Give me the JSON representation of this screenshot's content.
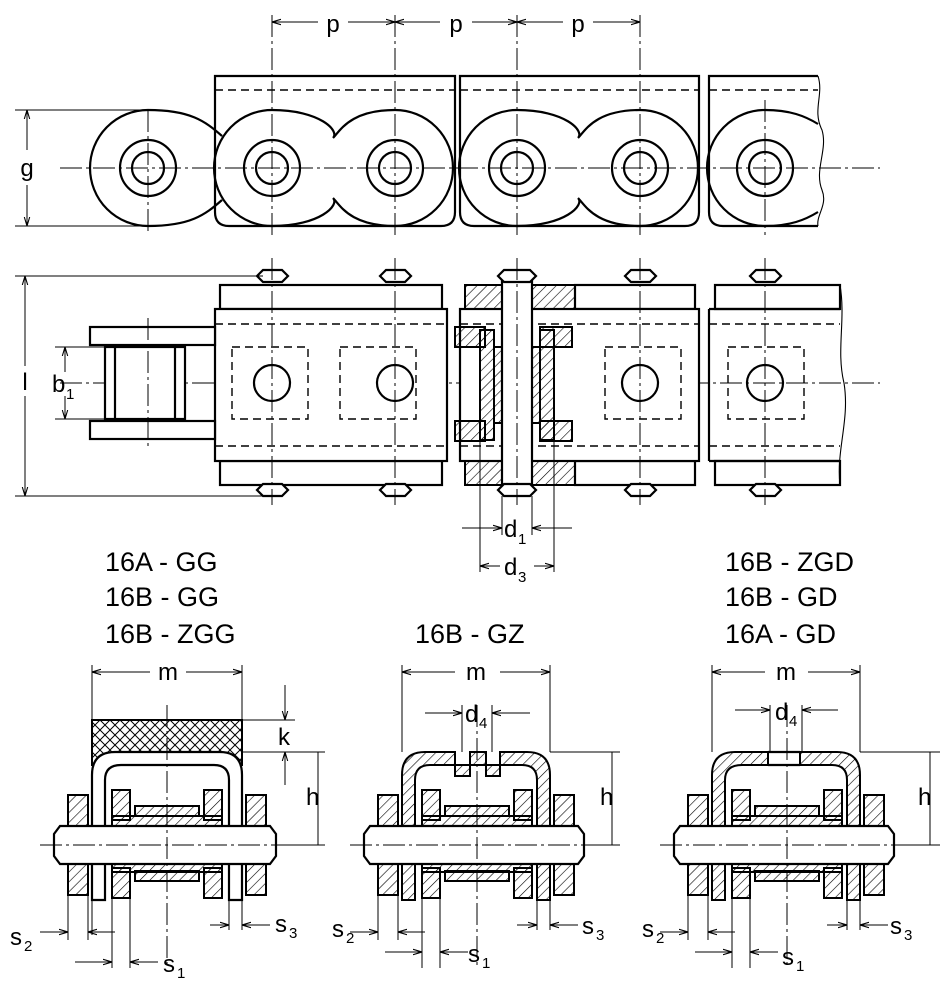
{
  "labels": {
    "p1": "p",
    "p2": "p",
    "p3": "p",
    "g": "g",
    "l": "l",
    "b": "b",
    "b_sub": "1",
    "d1": "d",
    "d1_sub": "1",
    "d3": "d",
    "d3_sub": "3",
    "m1": "m",
    "m2": "m",
    "m3": "m",
    "k": "k",
    "h1": "h",
    "h2": "h",
    "h3": "h",
    "d4a": "d",
    "d4a_sub": "4",
    "d4b": "d",
    "d4b_sub": "4",
    "s1": "s",
    "s1_sub": "1",
    "s2": "s",
    "s2_sub": "2",
    "s3": "s",
    "s3_sub": "3",
    "s1b": "s",
    "s1b_sub": "1",
    "s2b": "s",
    "s2b_sub": "2",
    "s3b": "s",
    "s3b_sub": "3",
    "s1c": "s",
    "s1c_sub": "1",
    "s2c": "s",
    "s2c_sub": "2",
    "s3c": "s",
    "s3c_sub": "3"
  },
  "variants": {
    "left": [
      "16A - GG",
      "16B - GG",
      "16B - ZGG"
    ],
    "middle": [
      "16B - GZ"
    ],
    "right": [
      "16B - ZGD",
      "16B - GD",
      "16A - GD"
    ]
  }
}
